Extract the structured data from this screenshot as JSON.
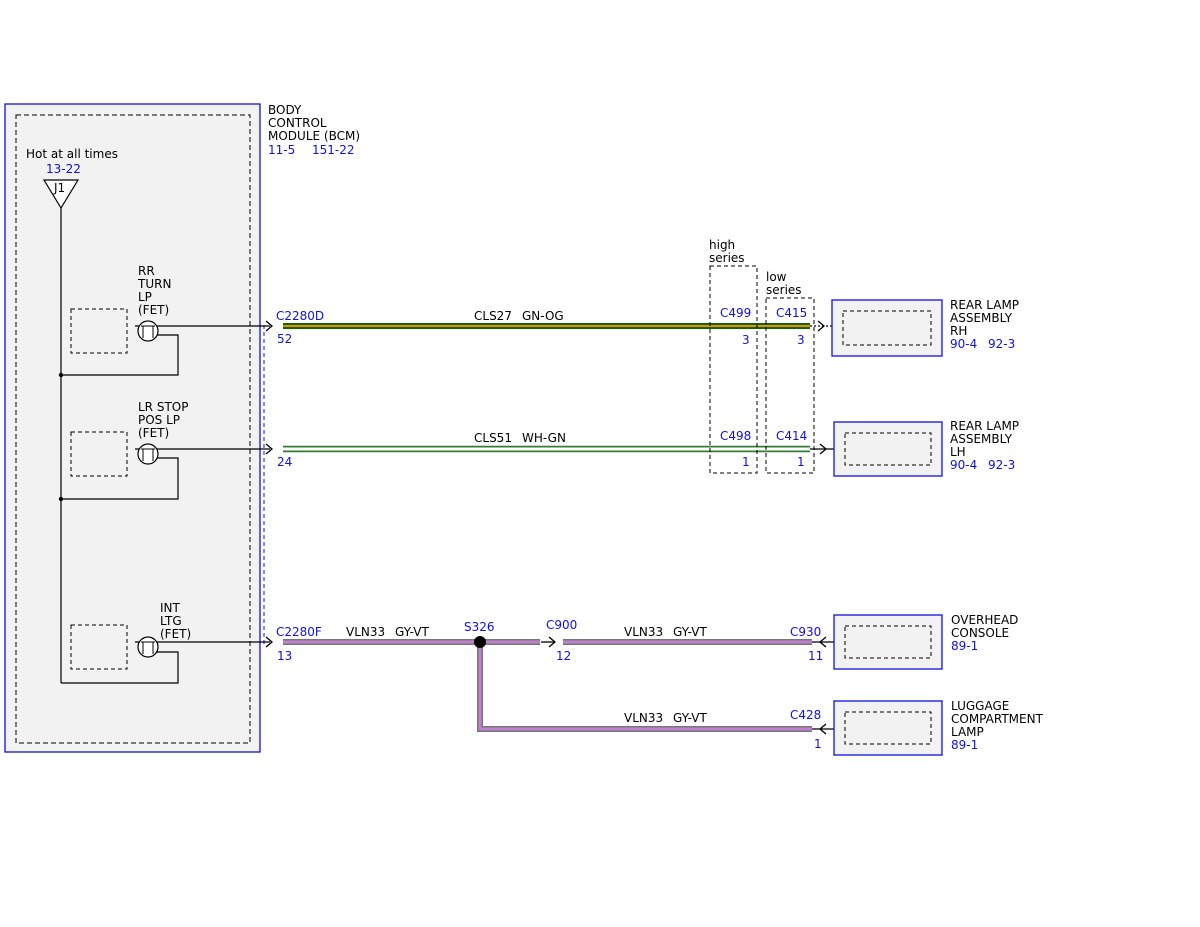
{
  "bcm": {
    "title_lines": [
      "BODY",
      "CONTROL",
      "MODULE (BCM)"
    ],
    "refs": [
      "11-5",
      "151-22"
    ],
    "hot_label": "Hot at all times",
    "hot_ref": "13-22",
    "fuse_label": "J1"
  },
  "fets": [
    {
      "lines": [
        "RR",
        "TURN",
        "LP",
        "(FET)"
      ]
    },
    {
      "lines": [
        "LR STOP",
        "POS LP",
        "(FET)"
      ]
    },
    {
      "lines": [
        "INT",
        "LTG",
        "(FET)"
      ]
    }
  ],
  "series_labels": {
    "high": [
      "high",
      "series"
    ],
    "low": [
      "low",
      "series"
    ]
  },
  "circuits": [
    {
      "connector": "C2280D",
      "pin": "52",
      "circuit": "CLS27",
      "color": "GN-OG",
      "mid_connectors": [
        {
          "name": "C499",
          "pin": "3"
        },
        {
          "name": "C415",
          "pin": "3"
        }
      ]
    },
    {
      "connector": "",
      "pin": "24",
      "circuit": "CLS51",
      "color": "WH-GN",
      "mid_connectors": [
        {
          "name": "C498",
          "pin": "1"
        },
        {
          "name": "C414",
          "pin": "1"
        }
      ]
    },
    {
      "connector": "C2280F",
      "pin": "13",
      "circuit": "VLN33",
      "color": "GY-VT",
      "splice": "S326",
      "segments": [
        {
          "circuit": "VLN33",
          "color": "GY-VT",
          "connector": "C900",
          "pin": "12"
        },
        {
          "circuit": "VLN33",
          "color": "GY-VT",
          "connector": "C930",
          "pin": "11"
        },
        {
          "circuit": "VLN33",
          "color": "GY-VT",
          "connector": "C428",
          "pin": "1"
        }
      ]
    }
  ],
  "components": [
    {
      "lines": [
        "REAR LAMP",
        "ASSEMBLY",
        "RH"
      ],
      "refs": [
        "90-4",
        "92-3"
      ]
    },
    {
      "lines": [
        "REAR LAMP",
        "ASSEMBLY",
        "LH"
      ],
      "refs": [
        "90-4",
        "92-3"
      ]
    },
    {
      "lines": [
        "OVERHEAD",
        "CONSOLE"
      ],
      "refs": [
        "89-1"
      ]
    },
    {
      "lines": [
        "LUGGAGE",
        "COMPARTMENT",
        "LAMP"
      ],
      "refs": [
        "89-1"
      ]
    }
  ],
  "colors": {
    "outline_blue": "#1010e0",
    "ref_blue": "#1010e0",
    "panel_fill": "#f2f2f2",
    "wire_gn_og": [
      "#0a6a00",
      "#f08a00"
    ],
    "wire_wh_gn": [
      "#ffffff",
      "#2a8a2a"
    ],
    "wire_gy_vt": [
      "#9a9a9a",
      "#c080d0"
    ]
  }
}
